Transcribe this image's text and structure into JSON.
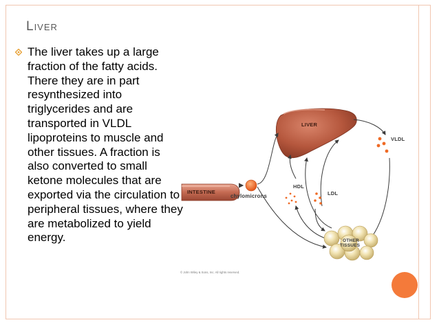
{
  "slide": {
    "title": "Liver",
    "bullet": "The liver takes up a large fraction of the fatty acids. There they are in part resynthesized into triglycerides and are transported in VLDL lipoproteins to muscle and other tissues. A fraction is also converted to small ketone molecules that are exported via the circulation to peripheral tissues, where they are metabolized to yield energy."
  },
  "diagram": {
    "labels": {
      "liver": "LIVER",
      "vldl": "VLDL",
      "intestine": "INTESTINE",
      "chylomicrons": "chylomicrons",
      "hdl": "HDL",
      "ldl": "LDL",
      "other": "OTHER",
      "tissues": "TISSUES"
    },
    "copyright": "© John Wiley & Sons, Inc. All rights reserved."
  },
  "colors": {
    "accent": "#f47a3a",
    "border": "#f1c6b0",
    "title": "#595959",
    "liver": "#b5573d",
    "bullet": "#e8a33a"
  }
}
